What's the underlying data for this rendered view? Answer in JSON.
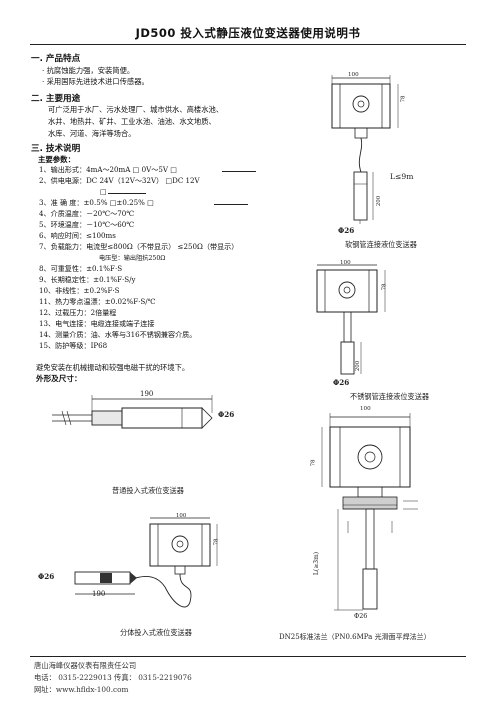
{
  "title": "JD500 投入式静压液位变送器使用说明书",
  "sections": {
    "features": {
      "heading": "一. 产品特点",
      "items": [
        "· 抗腐蚀能力强，安装简便。",
        "· 采用国际先进技术进口传感器。"
      ]
    },
    "usage": {
      "heading": "二. 主要用途",
      "lines": [
        "可广泛用于水厂、污水处理厂、城市供水、高楼水池、",
        "水井、地热井、矿井、工业水池、油池、水文地质、",
        "水库、河道、海洋等场合。"
      ]
    },
    "tech": {
      "heading": "三. 技术说明",
      "sub": "主要参数：",
      "specs": [
        "1、输出形式：4mA～20mA  □  0V～5V   □",
        "2、供电电源：DC 24V（12V～32V）    □DC 12V",
        "□",
        "3、准 确 度：±0.5%    □±0.25%  □",
        "4、介质温度：－20℃～70℃",
        "5、环境温度：－10℃～60℃",
        "6、响应时间：≤100ms",
        "7、负载能力：电流型≤800Ω（不带显示）  ≤250Ω（带显示）",
        "电压型：输出阻抗250Ω",
        "8、可重复性：±0.1%F·S",
        "9、长期稳定性：±0.1%F·S/y",
        "10、非线性：±0.2%F·S",
        "11、热力零点温漂：±0.02%F·S/℃",
        "12、过载压力：2倍量程",
        "13、电气连接：电缆连接或端子连接",
        "14、测量介质：油、水等与316不锈钢兼容介质。",
        "15、防护等级：IP68"
      ],
      "note": "避免安装在机械振动和较强电磁干扰的环境下。",
      "dims_heading": "外形及尺寸："
    }
  },
  "figures": {
    "fig1": {
      "caption": "软钢管连接液位变送器",
      "dim_top": "100",
      "dim_side": "78",
      "dim_len": "200",
      "dim_dia": "Φ26",
      "range": "L≤9m"
    },
    "fig2": {
      "caption": "不锈钢管连接液位变送器",
      "dim_top": "100",
      "dim_side": "78",
      "dim_len": "200",
      "dim_dia": "Φ26"
    },
    "fig3": {
      "caption": "普通投入式液位变送器",
      "dim_len": "190",
      "dim_dia": "Φ26"
    },
    "fig4": {
      "caption": "分体投入式液位变送器",
      "dim_top": "100",
      "dim_side": "78",
      "dim_len": "190",
      "dim_dia": "Φ26"
    },
    "fig5": {
      "caption": "DN25标准法兰（PN0.6MPa 光滑面平焊法兰）",
      "dim_top": "100",
      "dim_side": "78",
      "dim_L": "L(≥3m)",
      "dim_dia": "Φ26"
    }
  },
  "footer": {
    "company": "唐山海峰仪器仪表有限责任公司",
    "phone": "电话：  0315-2229013 传真：  0315-2219076",
    "website": "网址：www.hfldx-100.com"
  }
}
